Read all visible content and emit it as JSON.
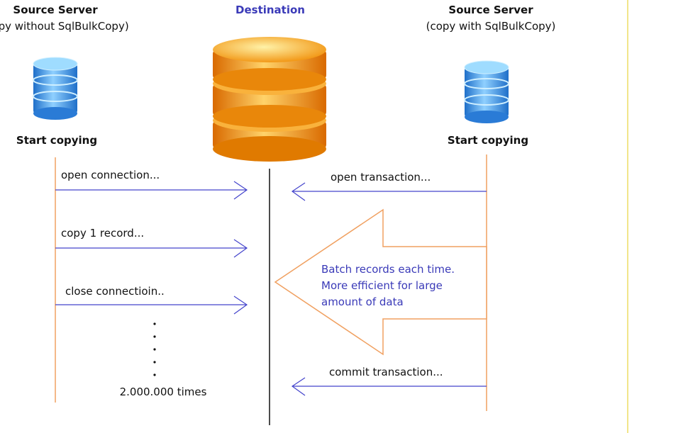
{
  "left": {
    "title": "Source Server",
    "subtitle": "(copy without SqlBulkCopy)",
    "start_label": "Start copying",
    "messages": [
      "open connection...",
      "copy 1 record...",
      "close connectioin.."
    ],
    "repeat_label": "2.000.000 times"
  },
  "center": {
    "title": "Destination"
  },
  "right": {
    "title": "Source Server",
    "subtitle": "(copy with SqlBulkCopy)",
    "start_label": "Start copying",
    "open_msg": "open transaction...",
    "commit_msg": "commit transaction...",
    "batch_note": [
      "Batch records each time.",
      "More efficient for large",
      "amount of data"
    ]
  },
  "colors": {
    "lifeline": "#f0a060",
    "arrow": "#4444cc",
    "dest_line": "#111111",
    "accent_text": "#3a3ab8",
    "dest_db": "#f39c12",
    "source_db": "#3d8fe0",
    "panel_border": "#f2e58a"
  }
}
